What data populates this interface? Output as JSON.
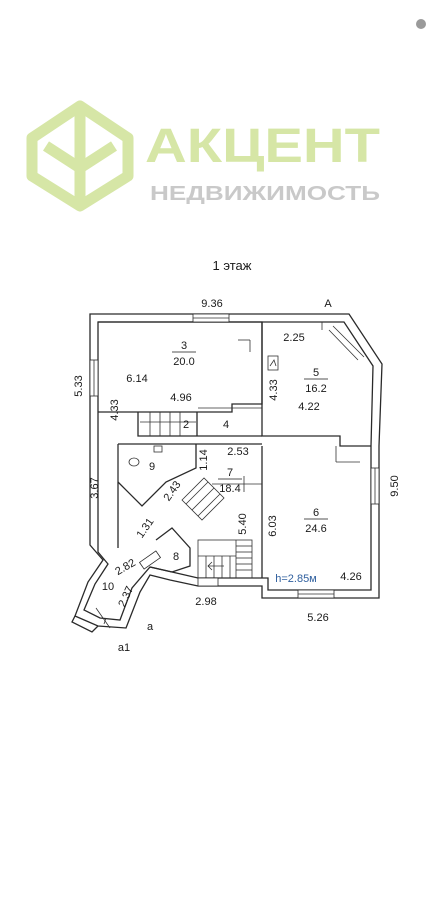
{
  "logo": {
    "brand": "АКЦЕНТ",
    "tagline": "НЕДВИЖИМОСТЬ",
    "color": "#d6e6a6",
    "tagline_color": "#c9c9c9"
  },
  "plan": {
    "title": "1 этаж",
    "height_note": "h=2.85м",
    "height_note_color": "#2f5f9e",
    "point_labels": {
      "A": "А",
      "a": "а",
      "a1": "а1"
    },
    "rooms": [
      {
        "id": "3",
        "area": "20.0"
      },
      {
        "id": "5",
        "area": "16.2"
      },
      {
        "id": "7",
        "area": "18.4"
      },
      {
        "id": "6",
        "area": "24.6"
      },
      {
        "id": "2",
        "area": ""
      },
      {
        "id": "4",
        "area": ""
      },
      {
        "id": "9",
        "area": ""
      },
      {
        "id": "8",
        "area": ""
      },
      {
        "id": "10",
        "area": ""
      }
    ],
    "dimensions": {
      "top": "9.36",
      "right": "9.50",
      "left_upper": "5.33",
      "left_lower": "3.67",
      "bottom_left": "2.98",
      "bottom_right": "5.26",
      "room3_width": "6.14",
      "room3_height": "4.33",
      "hall_width": "4.96",
      "room5_top": "2.25",
      "room5_height": "4.33",
      "room5_width": "4.22",
      "hall_2_53": "2.53",
      "hall_1_14": "1.14",
      "hall_2_43": "2.43",
      "room6_height": "6.03",
      "room6_width": "4.26",
      "stair_5_40": "5.40",
      "diag_1_31": "1.31",
      "bay_2_82": "2.82",
      "bay_2_37": "2.37"
    }
  }
}
